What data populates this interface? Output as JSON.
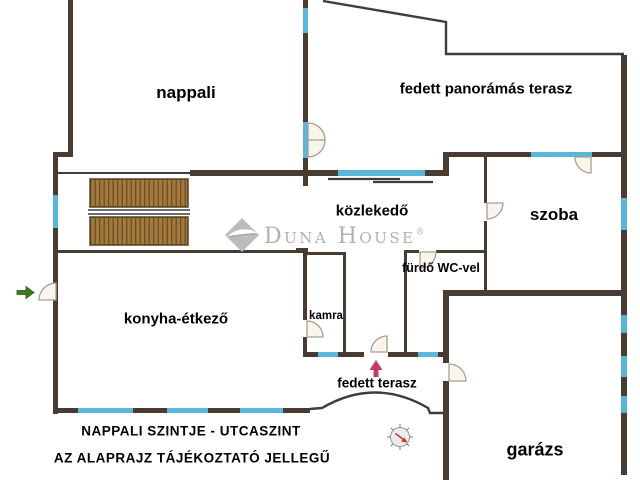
{
  "rooms": {
    "nappali": "nappali",
    "fedett_panoramas_terasz": "fedett panorámás terasz",
    "kozlekedo": "közlekedő",
    "szoba": "szoba",
    "konyha_etkezo": "konyha-étkező",
    "kamra": "kamra",
    "furdo_wc": "fürdő WC-vel",
    "fedett_terasz": "fedett terasz",
    "garazs": "garázs"
  },
  "footer": {
    "line1": "NAPPALI SZINTJE - UTCASZINT",
    "line2": "AZ ALAPRAJZ TÁJÉKOZTATÓ JELLEGŰ"
  },
  "watermark": {
    "brand": "Duna House",
    "registered": "®"
  },
  "icons": {
    "compass": "compass-rose-icon",
    "entry_green_arrow": "entrance-direction-arrow-icon",
    "entry_red_arrow": "main-entrance-arrow-icon"
  },
  "colors": {
    "exterior_wall": "#4a3c33",
    "interior_wall": "#473b32",
    "thin_line": "#3d3d3d",
    "window": "#5cb5da",
    "stairs_fill": "#a5793c",
    "stairs_hatch": "#6b5228",
    "door_leaf": "#f9f5ec",
    "door_stroke": "#a79f92",
    "green_arrow": "#3f7a23",
    "red_arrow": "#c23a67",
    "watermark_gray": "#b2b0ae",
    "compass_red": "#cf3333"
  }
}
